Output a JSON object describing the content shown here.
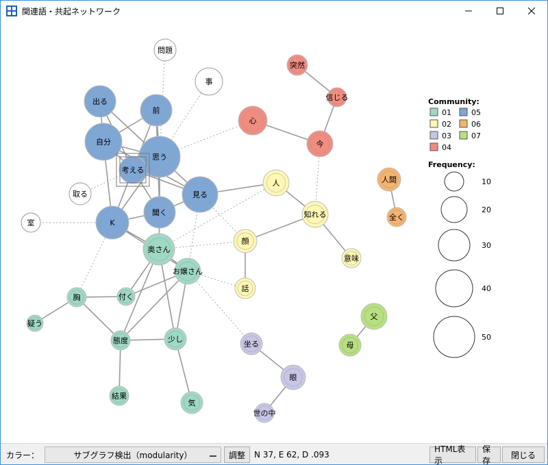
{
  "window": {
    "title": "関連語・共起ネットワーク"
  },
  "graph": {
    "communities": {
      "01": "#9fd9c4",
      "02": "#fff7b5",
      "03": "#c8c6e6",
      "04": "#f08c80",
      "05": "#7fa7d6",
      "06": "#f5b36f",
      "07": "#b7e07f",
      "none": "#ffffff"
    },
    "nodes": [
      {
        "id": "mondai",
        "label": "問題",
        "c": "none"
      },
      {
        "id": "koto",
        "label": "事",
        "c": "none"
      },
      {
        "id": "toru",
        "label": "取る",
        "c": "none"
      },
      {
        "id": "shitsu",
        "label": "室",
        "c": "none"
      },
      {
        "id": "deru",
        "label": "出る",
        "c": "05"
      },
      {
        "id": "mae",
        "label": "前",
        "c": "05"
      },
      {
        "id": "jibun",
        "label": "自分",
        "c": "05"
      },
      {
        "id": "omou",
        "label": "思う",
        "c": "05"
      },
      {
        "id": "kangaeru",
        "label": "考える",
        "c": "05"
      },
      {
        "id": "miru",
        "label": "見る",
        "c": "05"
      },
      {
        "id": "kiku",
        "label": "聞く",
        "c": "05"
      },
      {
        "id": "K",
        "label": "K",
        "c": "05"
      },
      {
        "id": "okusan",
        "label": "奥さん",
        "c": "01"
      },
      {
        "id": "ojosan",
        "label": "お嬢さん",
        "c": "01"
      },
      {
        "id": "mune",
        "label": "胸",
        "c": "01"
      },
      {
        "id": "tsuku",
        "label": "付く",
        "c": "01"
      },
      {
        "id": "utagau",
        "label": "疑う",
        "c": "01"
      },
      {
        "id": "taido",
        "label": "態度",
        "c": "01"
      },
      {
        "id": "sukoshi",
        "label": "少し",
        "c": "01"
      },
      {
        "id": "kekka",
        "label": "結果",
        "c": "01"
      },
      {
        "id": "ki",
        "label": "気",
        "c": "01"
      },
      {
        "id": "hito",
        "label": "人",
        "c": "02"
      },
      {
        "id": "shireru",
        "label": "知れる",
        "c": "02"
      },
      {
        "id": "kao",
        "label": "顔",
        "c": "02"
      },
      {
        "id": "hanashi",
        "label": "話",
        "c": "02"
      },
      {
        "id": "imi",
        "label": "意味",
        "c": "02"
      },
      {
        "id": "totsuzen",
        "label": "突然",
        "c": "04"
      },
      {
        "id": "shinjiru",
        "label": "信じる",
        "c": "04"
      },
      {
        "id": "kokoro",
        "label": "心",
        "c": "04"
      },
      {
        "id": "ima",
        "label": "今",
        "c": "04"
      },
      {
        "id": "ningen",
        "label": "人間",
        "c": "06"
      },
      {
        "id": "mattaku",
        "label": "全く",
        "c": "06"
      },
      {
        "id": "chichi",
        "label": "父",
        "c": "07"
      },
      {
        "id": "haha",
        "label": "母",
        "c": "07"
      },
      {
        "id": "suwaru",
        "label": "坐る",
        "c": "03"
      },
      {
        "id": "me",
        "label": "眼",
        "c": "03"
      },
      {
        "id": "yononaka",
        "label": "世の中",
        "c": "03"
      }
    ],
    "edges": [
      [
        "deru",
        "jibun",
        0
      ],
      [
        "deru",
        "omou",
        0
      ],
      [
        "deru",
        "kangaeru",
        0
      ],
      [
        "mae",
        "jibun",
        0
      ],
      [
        "mae",
        "omou",
        0
      ],
      [
        "mae",
        "kangaeru",
        0
      ],
      [
        "mae",
        "kiku",
        0
      ],
      [
        "jibun",
        "omou",
        0
      ],
      [
        "jibun",
        "kangaeru",
        0
      ],
      [
        "jibun",
        "miru",
        0
      ],
      [
        "jibun",
        "K",
        0
      ],
      [
        "omou",
        "kangaeru",
        0
      ],
      [
        "omou",
        "miru",
        0
      ],
      [
        "omou",
        "kiku",
        0
      ],
      [
        "omou",
        "K",
        0
      ],
      [
        "kangaeru",
        "miru",
        0
      ],
      [
        "kangaeru",
        "K",
        0
      ],
      [
        "kangaeru",
        "kiku",
        0
      ],
      [
        "kangaeru",
        "toru",
        1
      ],
      [
        "miru",
        "kiku",
        0
      ],
      [
        "kiku",
        "K",
        0
      ],
      [
        "K",
        "shitsu",
        1
      ],
      [
        "mondai",
        "omou",
        1
      ],
      [
        "koto",
        "omou",
        1
      ],
      [
        "K",
        "okusan",
        0
      ],
      [
        "K",
        "ojosan",
        0
      ],
      [
        "kiku",
        "okusan",
        0
      ],
      [
        "miru",
        "ojosan",
        1
      ],
      [
        "omou",
        "okusan",
        1
      ],
      [
        "K",
        "mune",
        1
      ],
      [
        "okusan",
        "ojosan",
        0
      ],
      [
        "okusan",
        "taido",
        0
      ],
      [
        "okusan",
        "sukoshi",
        0
      ],
      [
        "okusan",
        "tsuku",
        0
      ],
      [
        "ojosan",
        "sukoshi",
        0
      ],
      [
        "ojosan",
        "tsuku",
        0
      ],
      [
        "ojosan",
        "taido",
        0
      ],
      [
        "mune",
        "tsuku",
        0
      ],
      [
        "mune",
        "taido",
        0
      ],
      [
        "mune",
        "utagau",
        0
      ],
      [
        "taido",
        "sukoshi",
        0
      ],
      [
        "taido",
        "kekka",
        0
      ],
      [
        "sukoshi",
        "ki",
        0
      ],
      [
        "miru",
        "hito",
        0
      ],
      [
        "hito",
        "shireru",
        0
      ],
      [
        "shireru",
        "kao",
        0
      ],
      [
        "shireru",
        "imi",
        0
      ],
      [
        "kao",
        "hanashi",
        0
      ],
      [
        "kao",
        "okusan",
        1
      ],
      [
        "kao",
        "miru",
        1
      ],
      [
        "hanashi",
        "ojosan",
        1
      ],
      [
        "okusan",
        "hito",
        1
      ],
      [
        "totsuzen",
        "shinjiru",
        0
      ],
      [
        "shinjiru",
        "ima",
        0
      ],
      [
        "kokoro",
        "ima",
        0
      ],
      [
        "kokoro",
        "omou",
        1
      ],
      [
        "ima",
        "shireru",
        1
      ],
      [
        "ningen",
        "mattaku",
        0
      ],
      [
        "chichi",
        "haha",
        0
      ],
      [
        "suwaru",
        "me",
        0
      ],
      [
        "me",
        "yononaka",
        0
      ],
      [
        "ojosan",
        "suwaru",
        1
      ]
    ]
  },
  "legend": {
    "community_title": "Community:",
    "community_items": [
      {
        "code": "01",
        "key": "01"
      },
      {
        "code": "02",
        "key": "02"
      },
      {
        "code": "03",
        "key": "03"
      },
      {
        "code": "04",
        "key": "04"
      },
      {
        "code": "05",
        "key": "05"
      },
      {
        "code": "06",
        "key": "06"
      },
      {
        "code": "07",
        "key": "07"
      }
    ],
    "frequency_title": "Frequency:",
    "frequency_items": [
      "10",
      "20",
      "30",
      "40",
      "50"
    ]
  },
  "toolbar": {
    "color_label": "カラー：",
    "color_mode": "サブグラフ検出（modularity）",
    "adjust_label": "調整",
    "status": "N 37, E 62, D .093",
    "html_label": "HTML表示",
    "save_label": "保存",
    "close_label": "閉じる"
  }
}
